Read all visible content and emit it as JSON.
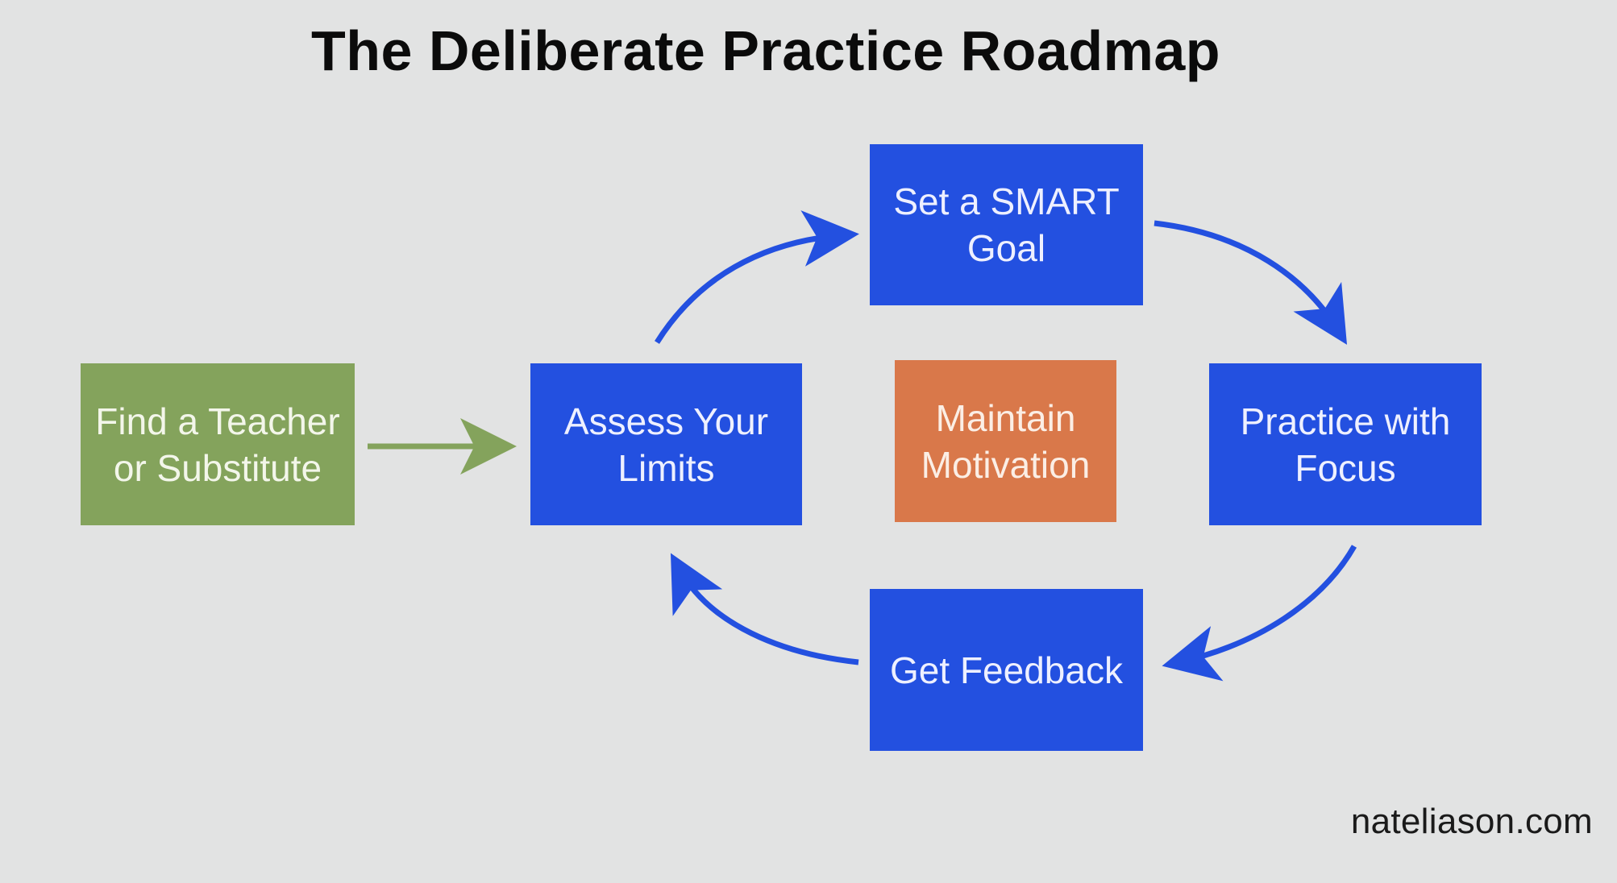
{
  "title": "The Deliberate Practice Roadmap",
  "nodes": {
    "teacher": {
      "line1": "Find a Teacher",
      "line2": "or Substitute"
    },
    "assess": {
      "line1": "Assess Your",
      "line2": "Limits"
    },
    "goal": {
      "line1": "Set a SMART",
      "line2": "Goal"
    },
    "motivation": {
      "line1": "Maintain",
      "line2": "Motivation"
    },
    "practice": {
      "line1": "Practice with",
      "line2": "Focus"
    },
    "feedback": {
      "line1": "Get Feedback"
    }
  },
  "watermark": "nateliason.com",
  "colors": {
    "blue": "#2350e0",
    "green": "#84a35c",
    "orange": "#d9784a",
    "arrow_blue": "#2350e0",
    "arrow_green": "#84a35c"
  }
}
